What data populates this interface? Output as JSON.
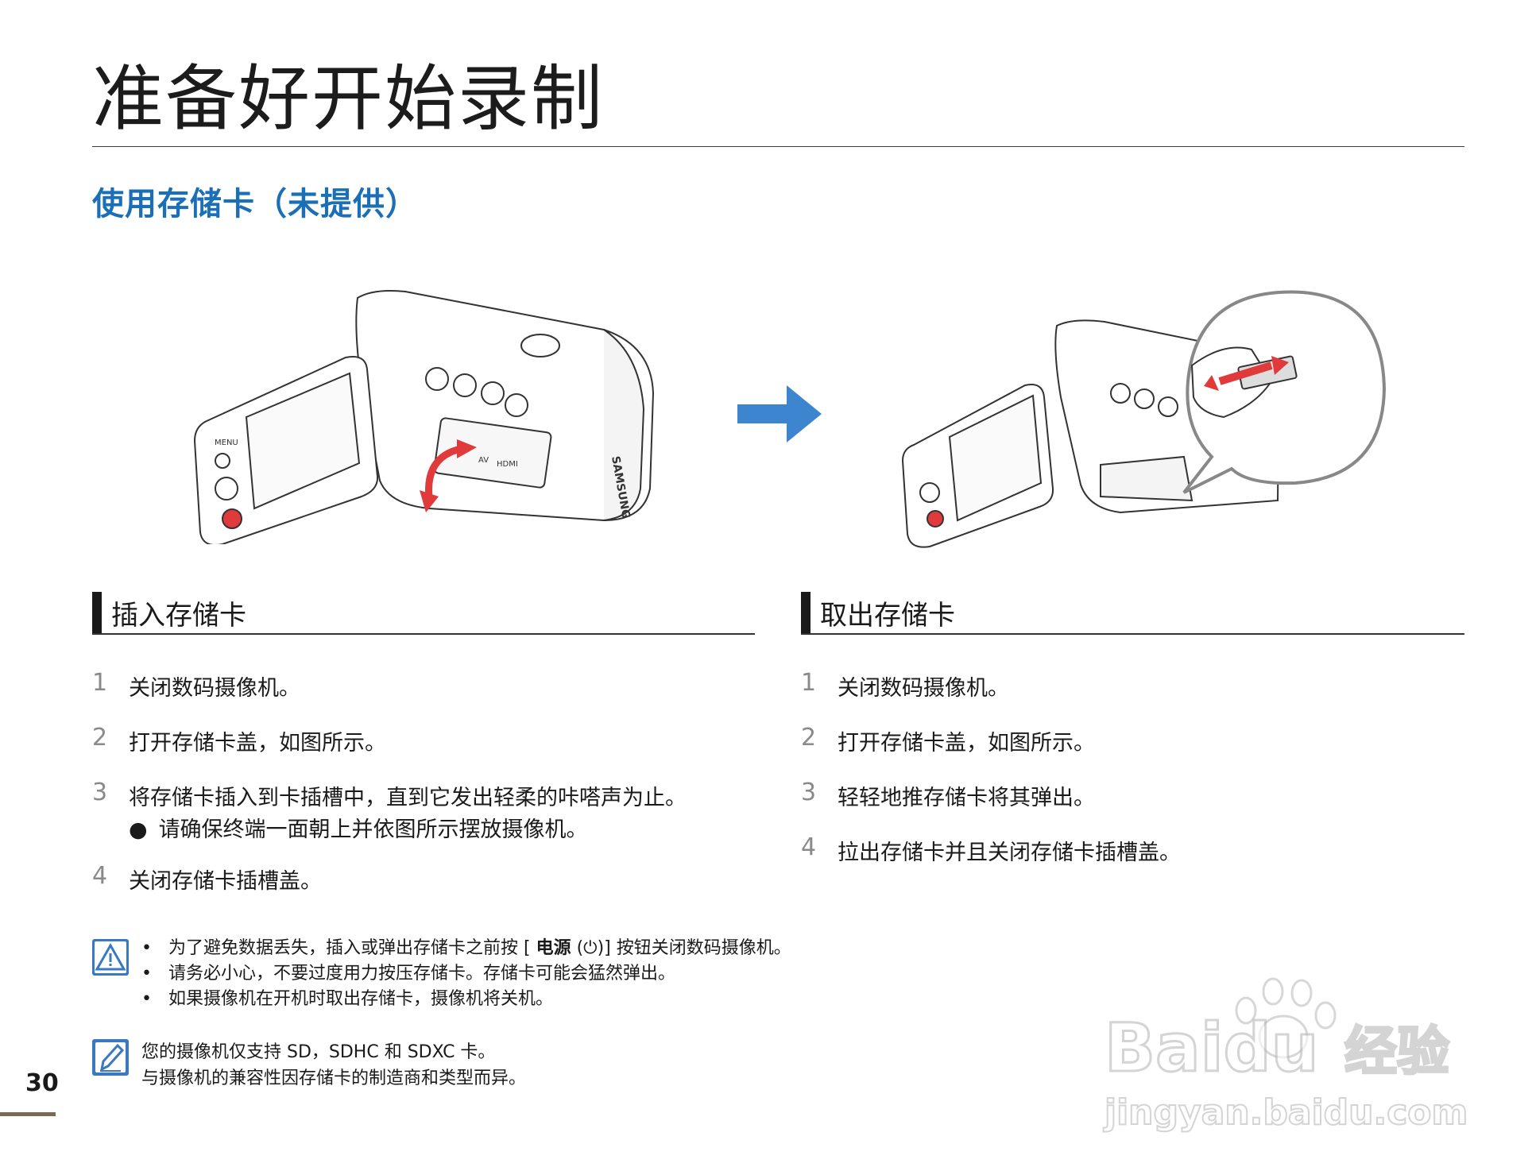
{
  "page_title": "准备好开始录制",
  "section_title": "使用存储卡（未提供）",
  "insert": {
    "heading": "插入存储卡",
    "steps": [
      {
        "num": "1",
        "text": "关闭数码摄像机。"
      },
      {
        "num": "2",
        "text": "打开存储卡盖，如图所示。"
      },
      {
        "num": "3",
        "text": "将存储卡插入到卡插槽中，直到它发出轻柔的咔嗒声为止。",
        "bullet": "请确保终端一面朝上并依图所示摆放摄像机。"
      },
      {
        "num": "4",
        "text": "关闭存储卡插槽盖。"
      }
    ]
  },
  "eject": {
    "heading": "取出存储卡",
    "steps": [
      {
        "num": "1",
        "text": "关闭数码摄像机。"
      },
      {
        "num": "2",
        "text": "打开存储卡盖，如图所示。"
      },
      {
        "num": "3",
        "text": "轻轻地推存储卡将其弹出。"
      },
      {
        "num": "4",
        "text": "拉出存储卡并且关闭存储卡插槽盖。"
      }
    ]
  },
  "caution": {
    "bullet_1_pre": "为了避免数据丢失，插入或弹出存储卡之前按 [",
    "bullet_1_bold": "电源",
    "bullet_1_post": "(⏻)] 按钮关闭数码摄像机。",
    "bullet_2": "请务必小心，不要过度用力按压存储卡。存储卡可能会猛然弹出。",
    "bullet_3": "如果摄像机在开机时取出存储卡，摄像机将关机。"
  },
  "info": {
    "line_1": "您的摄像机仅支持 SD，SDHC  和  SDXC 卡。",
    "line_2": "与摄像机的兼容性因存储卡的制造商和类型而异。"
  },
  "illustration_labels": {
    "menu": "MENU",
    "brand": "SAMSUNG",
    "av": "AV",
    "hdmi": "HDMI"
  },
  "watermark": {
    "brand": "Baidu",
    "brand_cn": "经验",
    "url": "jingyan.baidu.com"
  },
  "page_number": "30",
  "colors": {
    "accent_blue": "#1b6fb6",
    "arrow_blue": "#3d86cf",
    "arrow_red": "#e03a3a",
    "icon_blue": "#3a78c2"
  }
}
